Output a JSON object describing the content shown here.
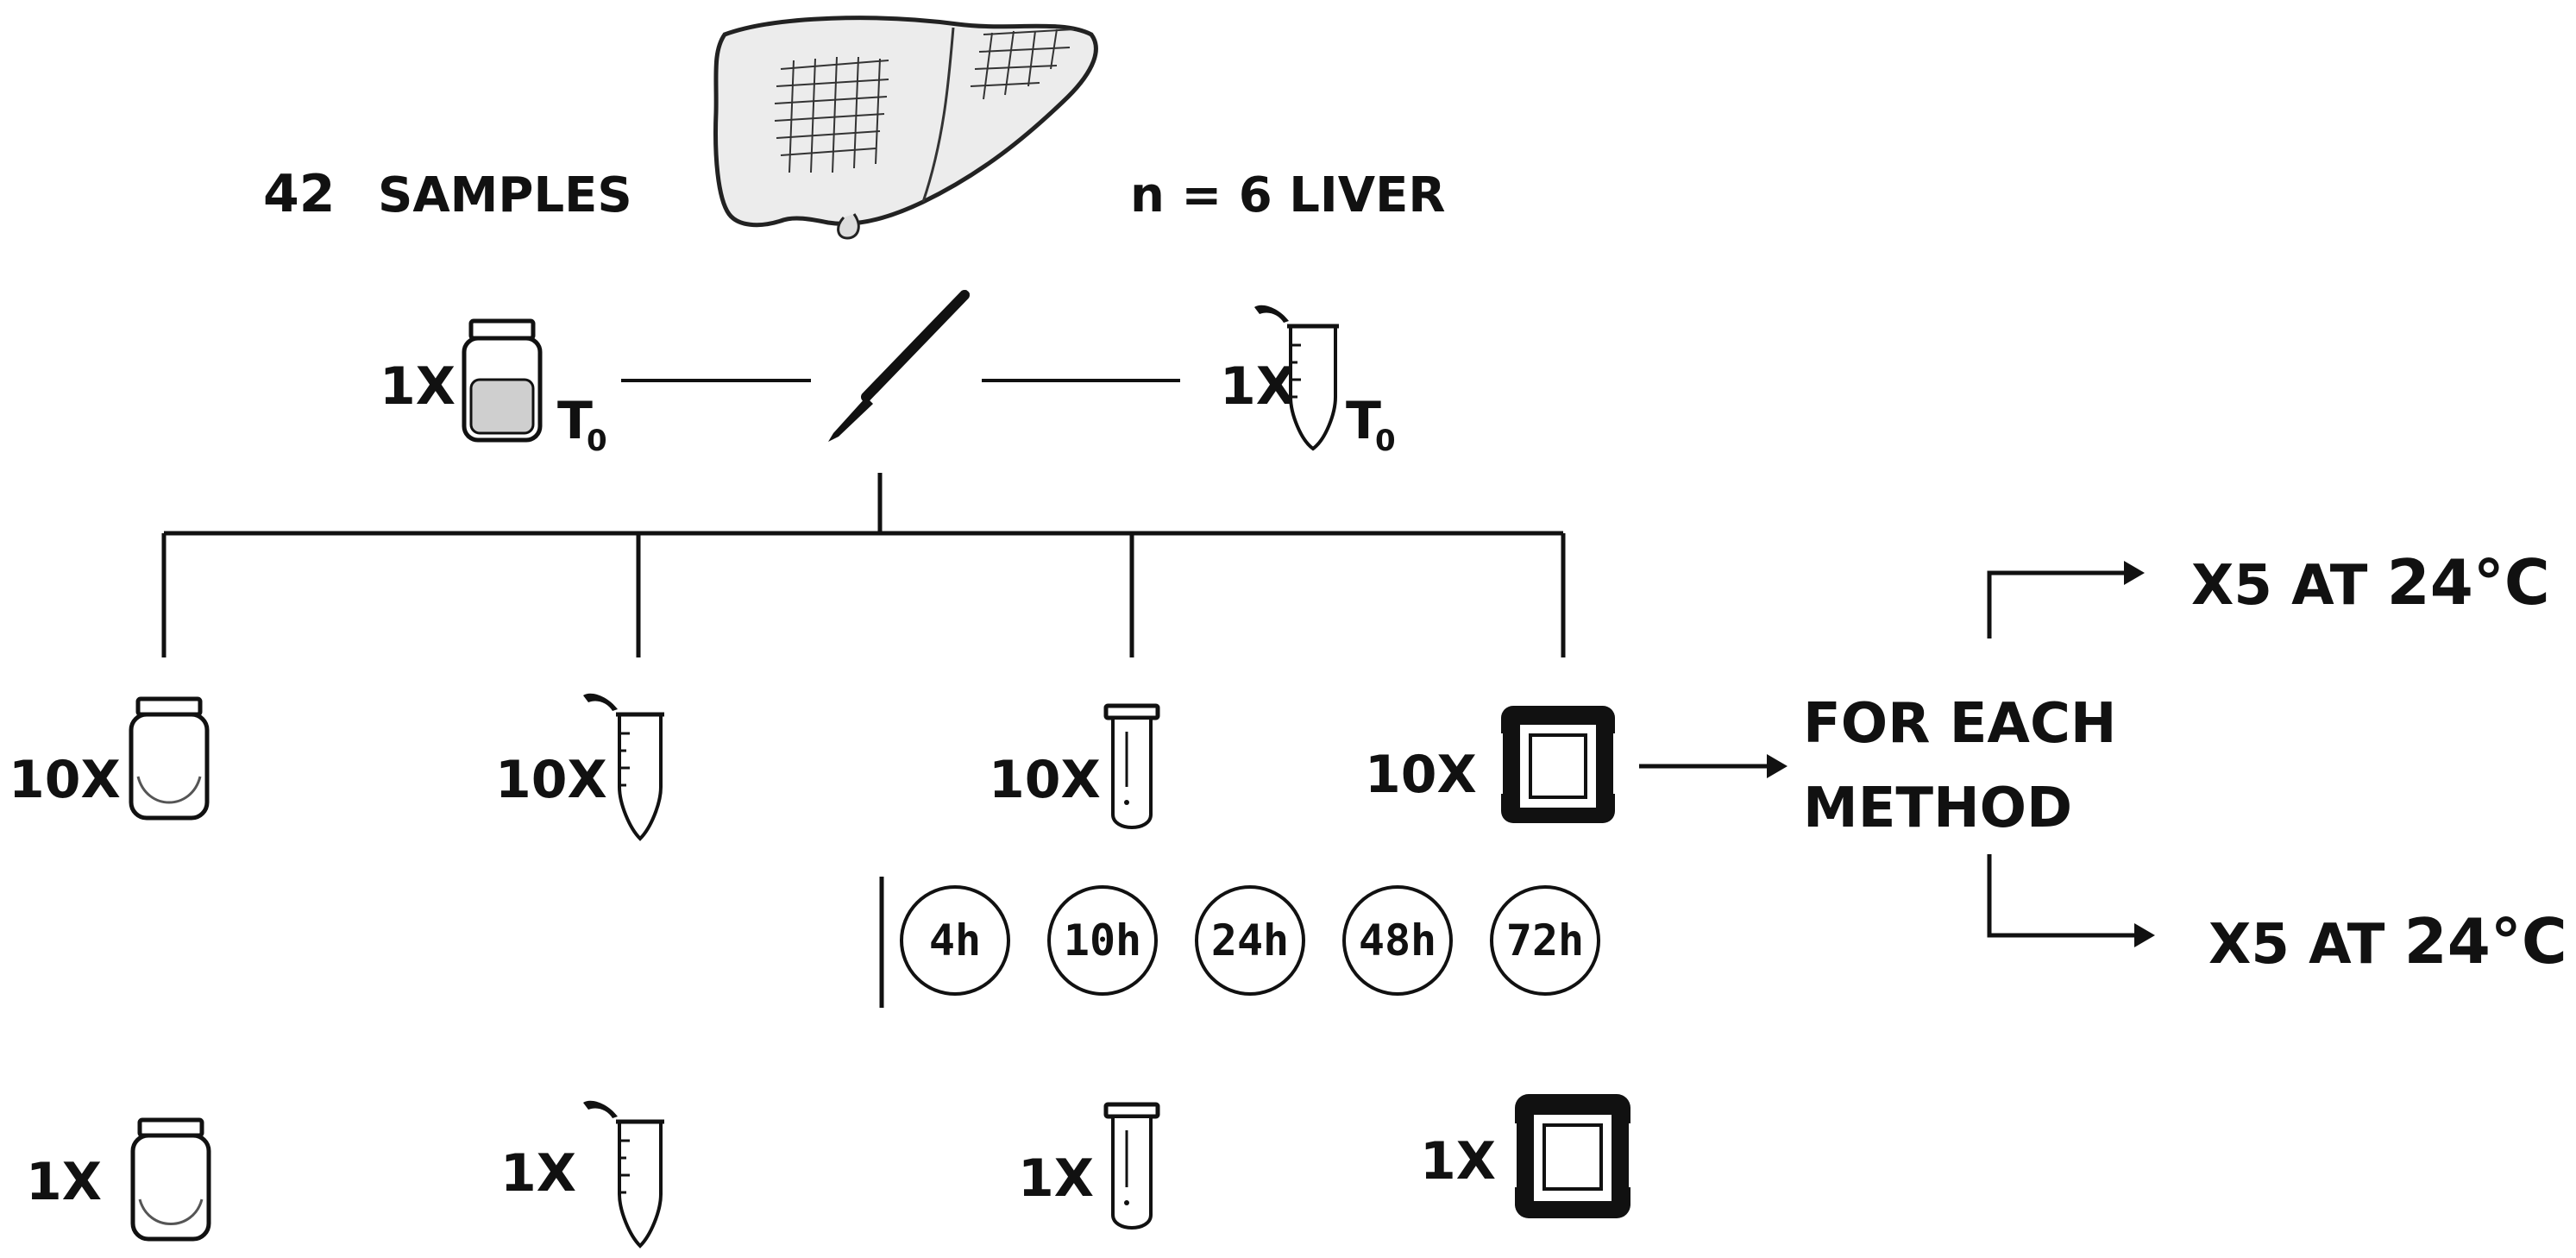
{
  "header": {
    "samples_count": "42",
    "samples_label": "SAMPLES",
    "n_liver": "n = 6 LIVER"
  },
  "baseline": {
    "left_count": "1X",
    "left_label": "T",
    "left_sub": "0",
    "right_count": "1X",
    "right_label": "T",
    "right_sub": "0"
  },
  "methods": {
    "jar_count": "10X",
    "eppendorf_count": "10X",
    "tube_count": "10X",
    "cassette_count": "10X"
  },
  "controls": {
    "jar_count": "1X",
    "eppendorf_count": "1X",
    "tube_count": "1X",
    "cassette_count": "1X"
  },
  "timepoints": [
    "4h",
    "10h",
    "24h",
    "48h",
    "72h"
  ],
  "branching": {
    "for_each_line1": "FOR EACH",
    "for_each_line2": "METHOD",
    "upper_prefix": "X5 AT ",
    "upper_temp": "24°C",
    "lower_prefix": "X5 AT ",
    "lower_temp": "24°C"
  }
}
